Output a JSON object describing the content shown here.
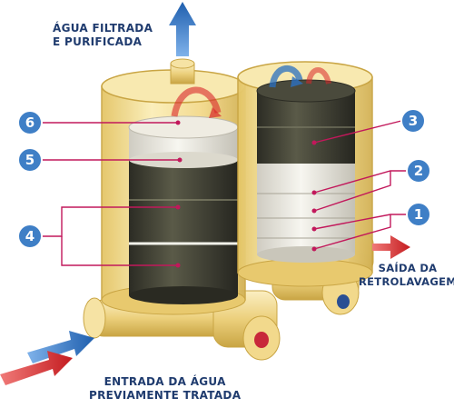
{
  "captions": {
    "output_line1": "ÁGUA FILTRADA",
    "output_line2": "E PURIFICADA",
    "backwash_line1": "SAÍDA DA",
    "backwash_line2": "RETROLAVAGEM",
    "input_line1": "ENTRADA DA ÁGUA",
    "input_line2": "PREVIAMENTE TRATADA"
  },
  "markers": [
    {
      "id": "6",
      "label": "6"
    },
    {
      "id": "5",
      "label": "5"
    },
    {
      "id": "4",
      "label": "4"
    },
    {
      "id": "3",
      "label": "3"
    },
    {
      "id": "2",
      "label": "2"
    },
    {
      "id": "1",
      "label": "1"
    }
  ],
  "colors": {
    "housing": "#f3d98a",
    "housing_edge": "#c9a544",
    "carbon": "#3a3a30",
    "sand": "#e8e6de",
    "leader": "#c2185b",
    "badge": "#3f7fc6",
    "arrow_blue": "#2a6fc0",
    "arrow_red": "#d8262a",
    "caption": "#1f3b6e"
  }
}
